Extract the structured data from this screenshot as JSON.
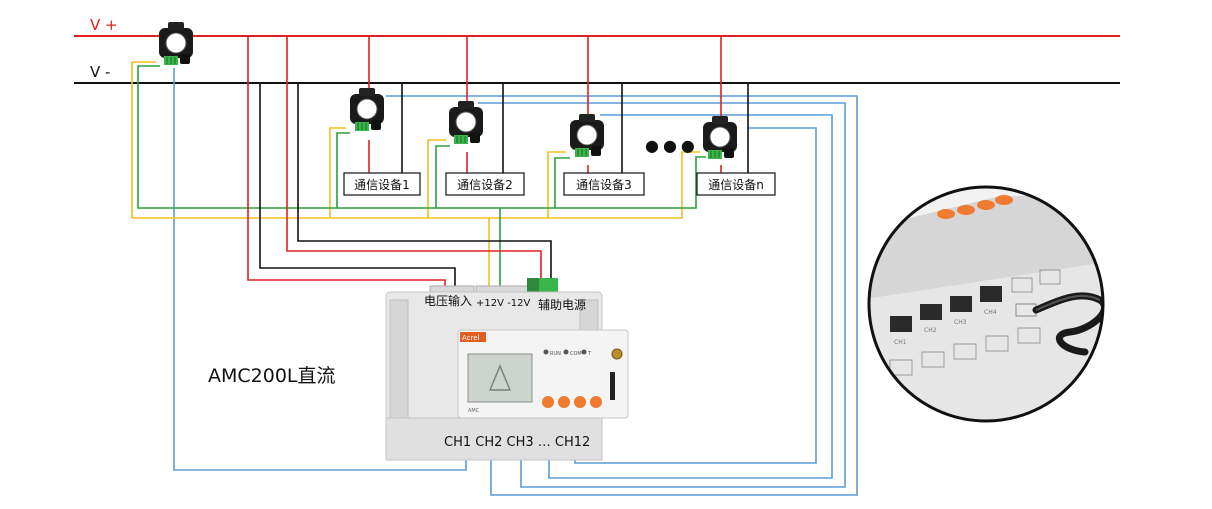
{
  "rails": {
    "positive": "V +",
    "negative": "V -"
  },
  "devices": [
    {
      "label": "通信设备1"
    },
    {
      "label": "通信设备2"
    },
    {
      "label": "通信设备3"
    },
    {
      "label": "通信设备n"
    }
  ],
  "ellipsis": "●●●",
  "meter": {
    "model": "AMC200L直流",
    "voltage_input_label": "电压输入",
    "supply_voltage_label": "+12V -12V",
    "aux_power_label": "辅助电源",
    "channels_label": "CH1 CH2 CH3 … CH12",
    "brand": "Acrel",
    "indicator_labels": [
      "RUN",
      "COM",
      "T"
    ],
    "front_mark": "AMC"
  },
  "inset": {
    "port_labels": [
      "CH1",
      "CH2",
      "CH3",
      "CH4"
    ]
  },
  "colors": {
    "positive_wire": "#e02020",
    "negative_wire": "#111111",
    "power_wire": "#2e9e3e",
    "signal_wire": "#f0c020",
    "channel_wire": "#5b9bd5",
    "sensor_body": "#1a1a1a",
    "terminal_green": "#39b54a",
    "button_orange": "#f07a30"
  },
  "icons": {
    "sensor": "hall-sensor-icon",
    "meter": "din-rail-meter-icon",
    "connector": "rj45-connector-icon"
  }
}
